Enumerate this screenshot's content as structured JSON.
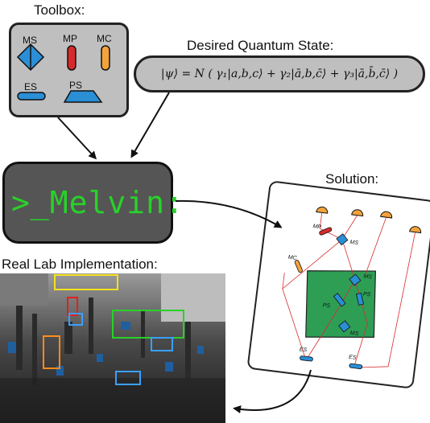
{
  "toolbox": {
    "title": "Toolbox:",
    "items": [
      {
        "label": "MS",
        "color": "#2b8fd6"
      },
      {
        "label": "MP",
        "color": "#d82a2a"
      },
      {
        "label": "MC",
        "color": "#f4a33a"
      },
      {
        "label": "ES",
        "color": "#2b8fd6"
      },
      {
        "label": "PS",
        "color": "#2b8fd6"
      }
    ]
  },
  "state": {
    "title": "Desired Quantum State:",
    "formula": "|ψ⟩ = N ( γ₁|a,b,c⟩ + γ₂|ā,b,c̄⟩ + γ₃|ā,b̄,c̄⟩ )"
  },
  "terminal": {
    "text": ">_Melvin:",
    "color": "#28d228"
  },
  "solution": {
    "title": "Solution:",
    "labels": [
      "MP",
      "MS",
      "MC",
      "MS",
      "PS",
      "PS",
      "MS",
      "ES",
      "ES"
    ]
  },
  "lab": {
    "title": "Real Lab Implementation:"
  }
}
